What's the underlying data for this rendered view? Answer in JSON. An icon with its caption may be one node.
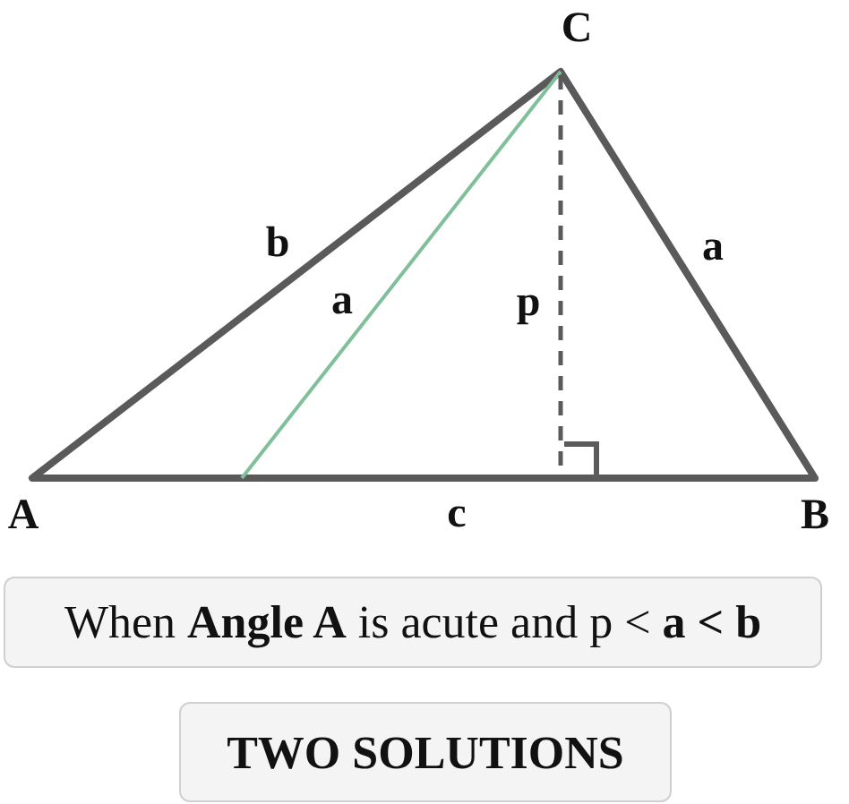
{
  "diagram": {
    "nodes": [
      {
        "text": [
          "When **Angle A** is acute and p < **a < b**"
        ]
      },
      {
        "text": [
          "TWO SOLUTIONS"
        ]
      }
    ],
    "labels": [
      "C",
      "b",
      "a",
      "p",
      "a",
      "A",
      "c",
      "B"
    ]
  }
}
